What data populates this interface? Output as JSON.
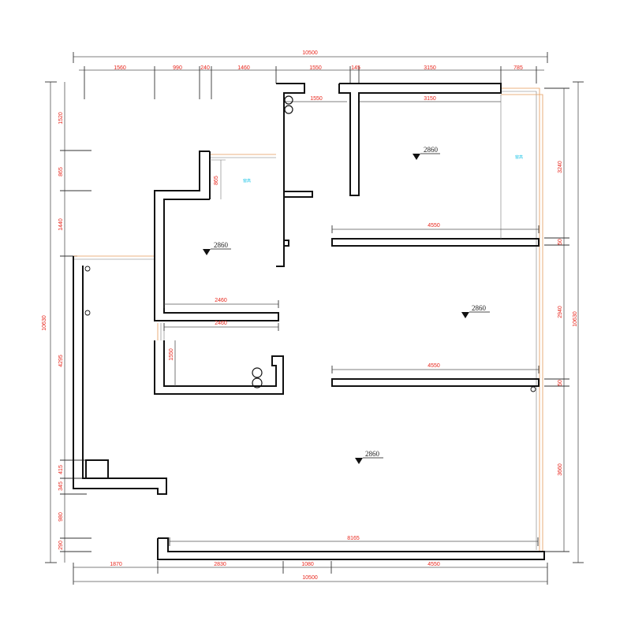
{
  "drawing": {
    "top_total": "10500",
    "top_dims_outer": [
      "1560",
      "990",
      "240",
      "1460",
      "1550",
      "145",
      "3150",
      "785"
    ],
    "top_dims_inner": [
      "1550",
      "3150"
    ],
    "bottom_total": "10500",
    "bottom_dims": [
      "1870",
      "2830",
      "1080",
      "4550"
    ],
    "bottom_inner": "8165",
    "left_total": "10630",
    "left_dims": [
      "1520",
      "865",
      "1440",
      "4295",
      "415",
      "345",
      "980",
      "290"
    ],
    "right_total": "10630",
    "right_dims": [
      "3240",
      "50",
      "2940",
      "50",
      "3660"
    ],
    "room_dims": {
      "upper_inner": "865",
      "mid_a": "2460",
      "mid_b": "2460",
      "small_v": "1550",
      "wall_a": "4550",
      "wall_b": "4550"
    },
    "levels": [
      "2860",
      "2860",
      "2860",
      "2860"
    ],
    "cyan_labels": [
      "窗高",
      "窗高"
    ]
  }
}
